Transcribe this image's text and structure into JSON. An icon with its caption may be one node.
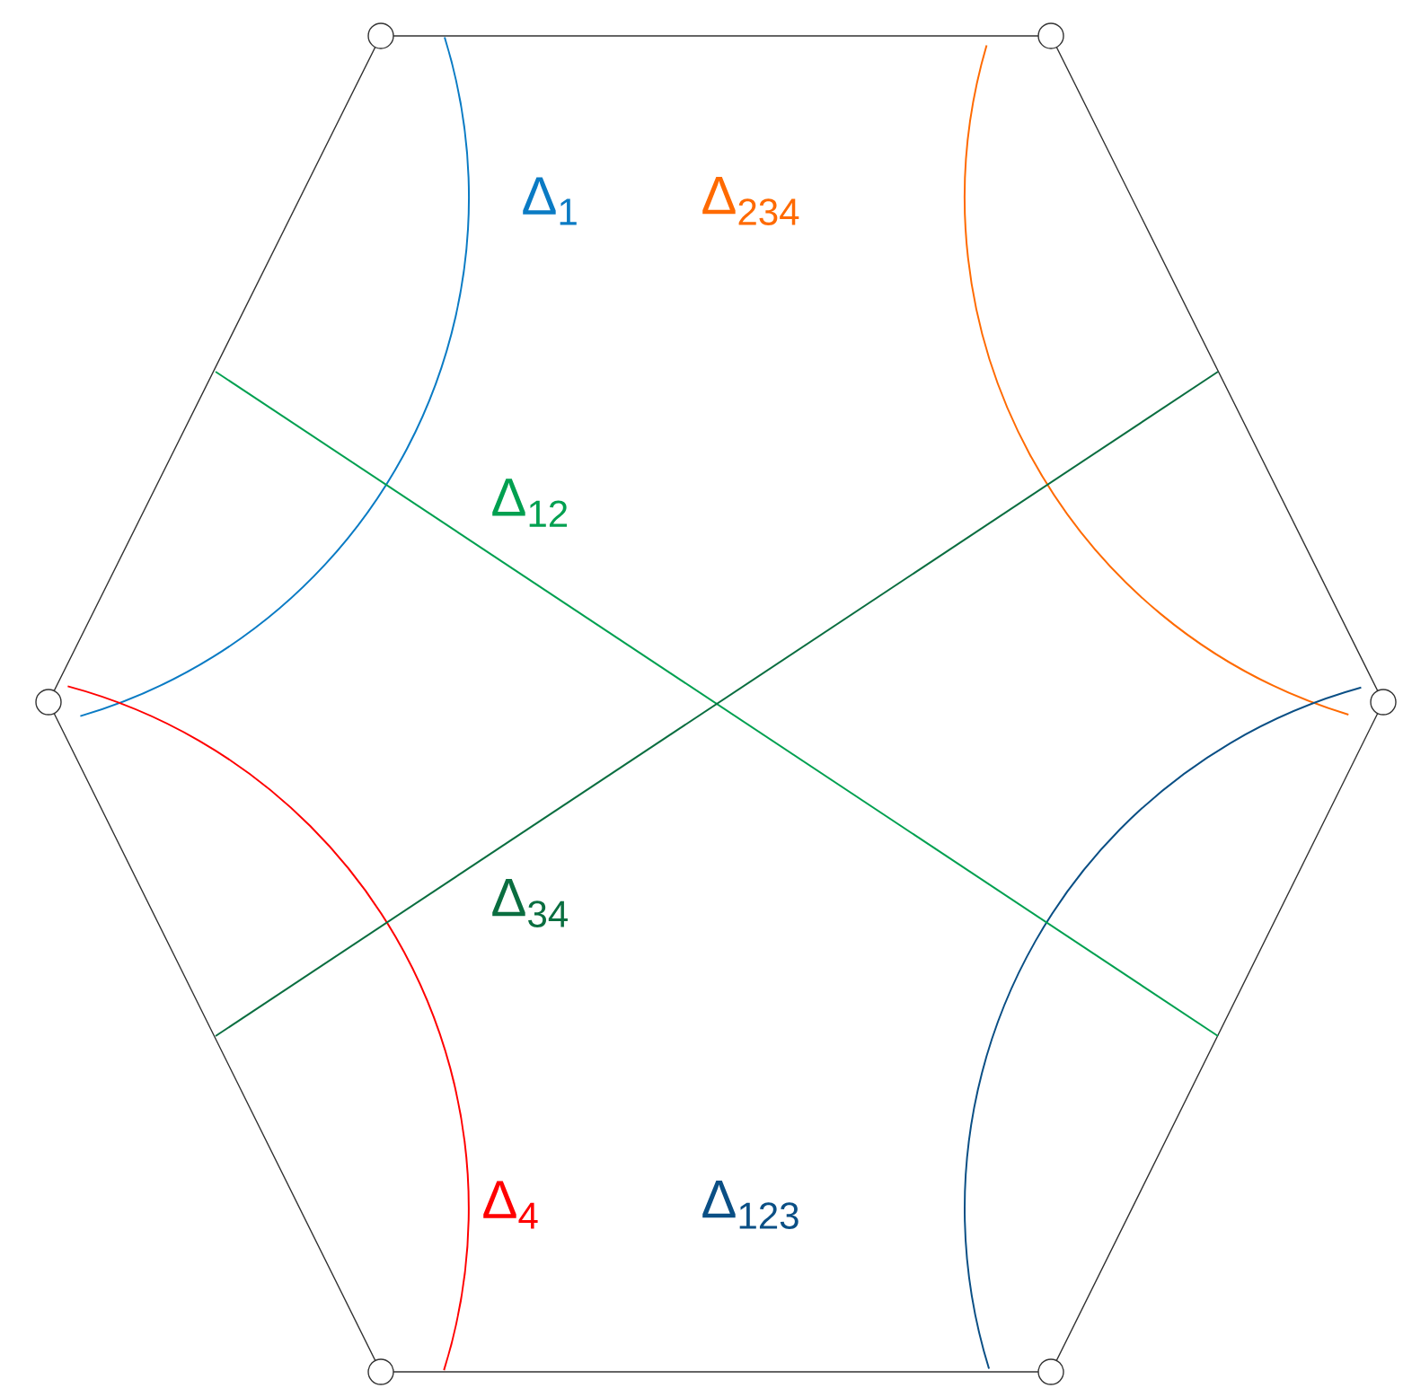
{
  "diagram": {
    "labels": [
      "Δ$_{1}$",
      "Δ$_{234}$",
      "Δ$_{12}$",
      "Δ$_{34}$",
      "Δ$_{4}$",
      "Δ$_{123}$"
    ]
  }
}
